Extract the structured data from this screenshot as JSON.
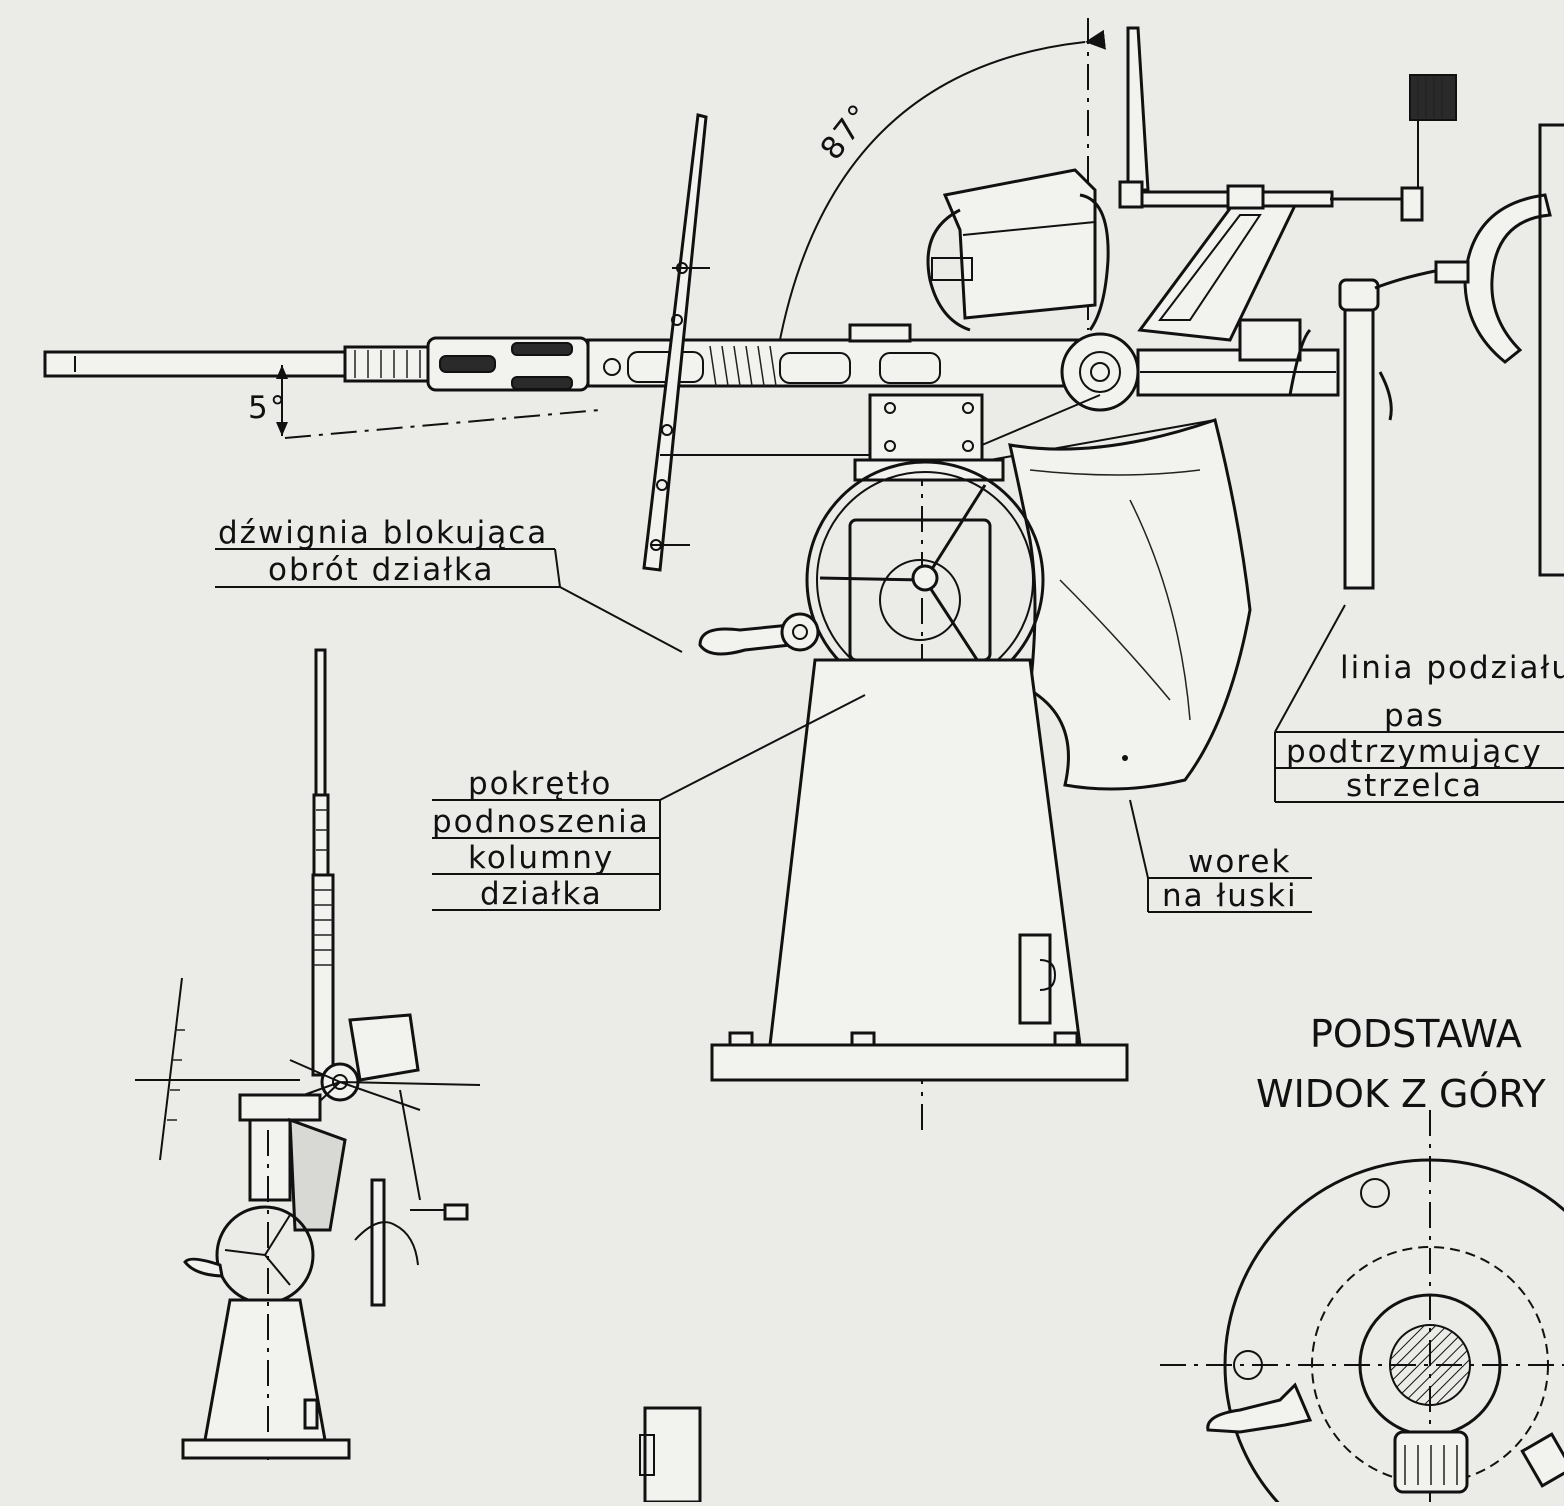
{
  "labels": {
    "angle_87": "87°",
    "angle_5": "5°",
    "lever": [
      "dźwignia blokująca",
      "obrót działka"
    ],
    "knob": [
      "pokrętło",
      "podnoszenia",
      "kolumny",
      "działka"
    ],
    "bag": [
      "worek",
      "na łuski"
    ],
    "belt": [
      "pas",
      "podtrzymujący",
      "strzelca"
    ],
    "parting_line": "linia podziału",
    "base_title": [
      "PODSTAWA",
      "WIDOK Z GÓRY"
    ]
  },
  "colors": {
    "paper": "#ebebe8",
    "ink": "#111111"
  }
}
